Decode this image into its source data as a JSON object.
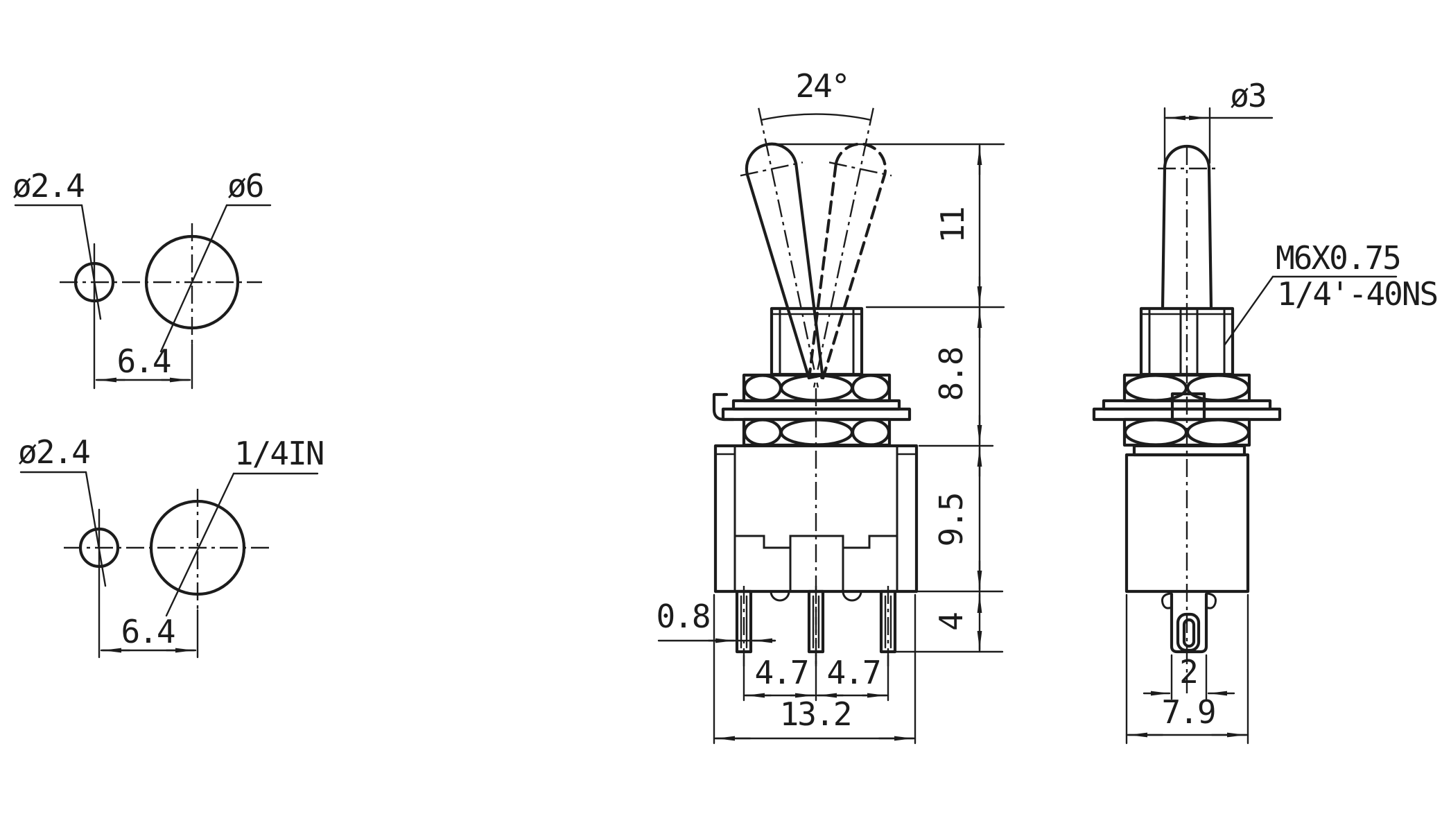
{
  "views": {
    "panel_top": {
      "dia_small": "ø2.4",
      "dia_large": "ø6",
      "spacing": "6.4"
    },
    "panel_bottom": {
      "dia_small": "ø2.4",
      "dia_large": "1/4IN",
      "spacing": "6.4"
    },
    "front": {
      "angle": "24°",
      "lever_height": "11",
      "bushing_height": "8.8",
      "body_height": "9.5",
      "terminal_length": "4",
      "terminal_thickness": "0.8",
      "pitch_left": "4.7",
      "pitch_right": "4.7",
      "body_width": "13.2"
    },
    "side": {
      "lever_dia": "ø3",
      "thread_metric": "M6X0.75",
      "thread_imperial": "1/4'-40NS",
      "terminal_width": "2",
      "body_depth": "7.9"
    }
  },
  "colors": {
    "line": "#1c1c1c",
    "background": "#ffffff"
  }
}
